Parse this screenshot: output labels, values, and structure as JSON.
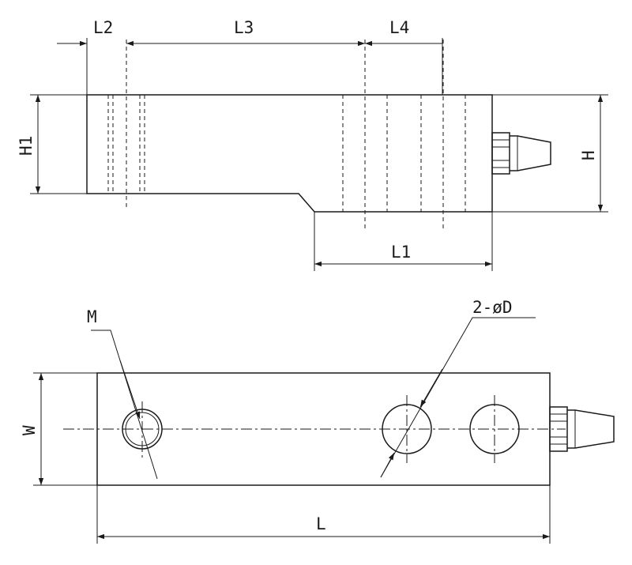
{
  "labels": {
    "L2": "L2",
    "L3": "L3",
    "L4": "L4",
    "H1": "H1",
    "H": "H",
    "L1": "L1",
    "M": "M",
    "D": "2-øD",
    "W": "W",
    "L": "L"
  }
}
